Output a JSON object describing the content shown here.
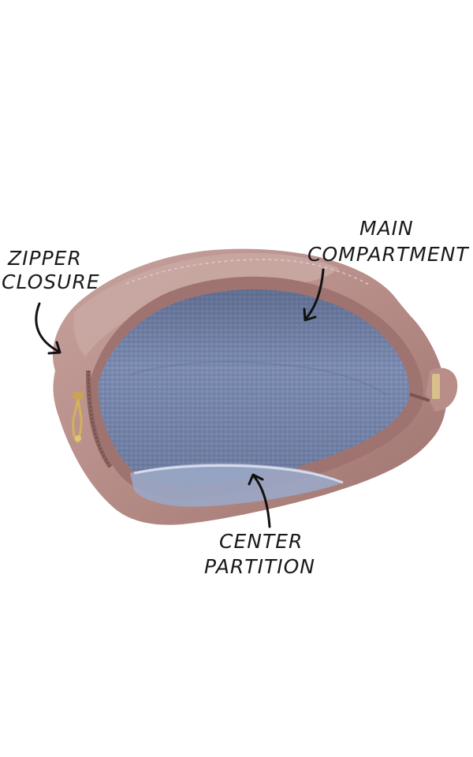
{
  "callouts": {
    "zipper_closure": {
      "line1": "ZIPPER",
      "line2": "CLOSURE"
    },
    "main_compartment": {
      "line1": "MAIN",
      "line2": "COMPARTMENT"
    },
    "center_partition": {
      "line1": "CENTER",
      "line2": "PARTITION"
    }
  },
  "colors": {
    "background": "#ffffff",
    "bag_leather": "#b88f8a",
    "lining": "#7f8fb3",
    "hardware": "#d4b15a",
    "label_ink": "#1a1a1a"
  }
}
